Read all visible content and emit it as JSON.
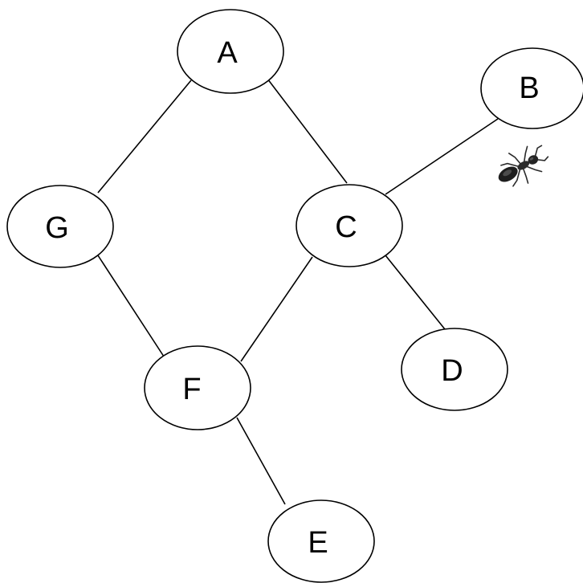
{
  "nodes": [
    {
      "id": "A",
      "label": "A"
    },
    {
      "id": "B",
      "label": "B"
    },
    {
      "id": "C",
      "label": "C"
    },
    {
      "id": "D",
      "label": "D"
    },
    {
      "id": "E",
      "label": "E"
    },
    {
      "id": "F",
      "label": "F"
    },
    {
      "id": "G",
      "label": "G"
    }
  ],
  "edges": [
    {
      "from": "A",
      "to": "G"
    },
    {
      "from": "A",
      "to": "C"
    },
    {
      "from": "B",
      "to": "C"
    },
    {
      "from": "C",
      "to": "D"
    },
    {
      "from": "C",
      "to": "F"
    },
    {
      "from": "G",
      "to": "F"
    },
    {
      "from": "F",
      "to": "E"
    }
  ],
  "ant": {
    "icon": "ant-icon",
    "near": "B"
  }
}
